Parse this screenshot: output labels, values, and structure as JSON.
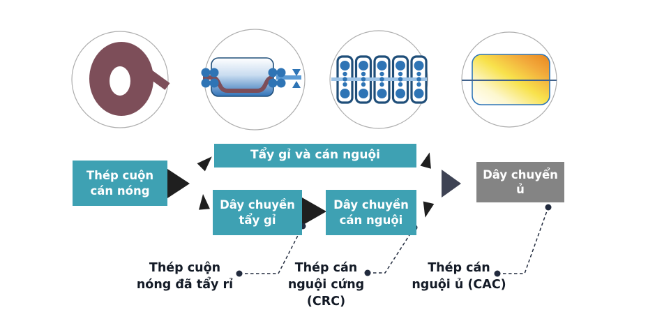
{
  "flow_boxes": {
    "hot_rolled": "Thép cuộn\ncán nóng",
    "combined": "Tẩy gỉ và cán nguội",
    "pickling_line": "Dây chuyền\ntẩy gỉ",
    "cold_rolling_line": "Dây chuyền\ncán nguội",
    "annealing_line": "Dây chuyển\nủ"
  },
  "product_labels": {
    "pickled_coil": "Thép cuộn\nnóng đã tẩy rỉ",
    "crc": "Thép cán\nnguội cứng\n(CRC)",
    "cac": "Thép cán\nnguội ủ (CAC)"
  },
  "icons": {
    "stage1": "steel-coil",
    "stage2": "pickling-tank",
    "stage3": "cold-rolling-mill",
    "stage4": "annealing-furnace"
  },
  "colors": {
    "teal_box": "#3EA1B3",
    "gray_box": "#848484",
    "arrow_dark": "#1F1F1F",
    "arrow_slate": "#3E4354",
    "coil_maroon": "#7D4E59",
    "roller_blue": "#2E74B5",
    "outline_navy": "#1F4E79",
    "strip_light_blue": "#9DC3E6",
    "strip_mid_blue": "#5B9BD5",
    "flame_orange": "#E8861F",
    "flame_yellow": "#F8E24C",
    "flame_white": "#FFFFFF",
    "callout_dark": "#222B3E",
    "circle_border": "#ADADAD",
    "label_text": "#131A26"
  }
}
